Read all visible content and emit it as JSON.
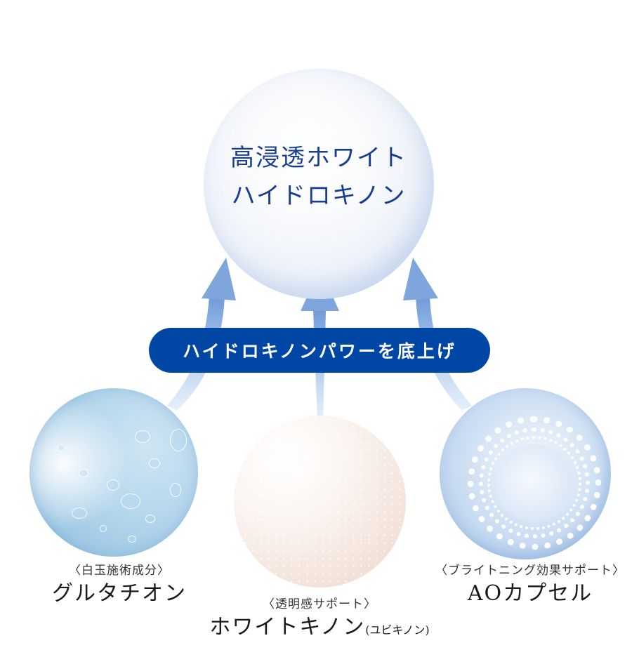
{
  "diagram": {
    "main": {
      "title_line1": "高浸透ホワイト",
      "title_line2": "ハイドロキノン"
    },
    "banner": {
      "label": "ハイドロキノンパワーを底上げ"
    },
    "ingredients": [
      {
        "category": "〈白玉施術成分〉",
        "name": "グルタチオン",
        "name_note": ""
      },
      {
        "category": "〈透明感サポート〉",
        "name": "ホワイトキノン",
        "name_note": "(ユビキノン)"
      },
      {
        "category": "〈ブライトニング効果サポート〉",
        "name": "AOカプセル",
        "name_note": ""
      }
    ],
    "colors": {
      "banner": "#0046a5",
      "title_text": "#1a3e8f",
      "arrow": "#7ea6dd"
    }
  }
}
